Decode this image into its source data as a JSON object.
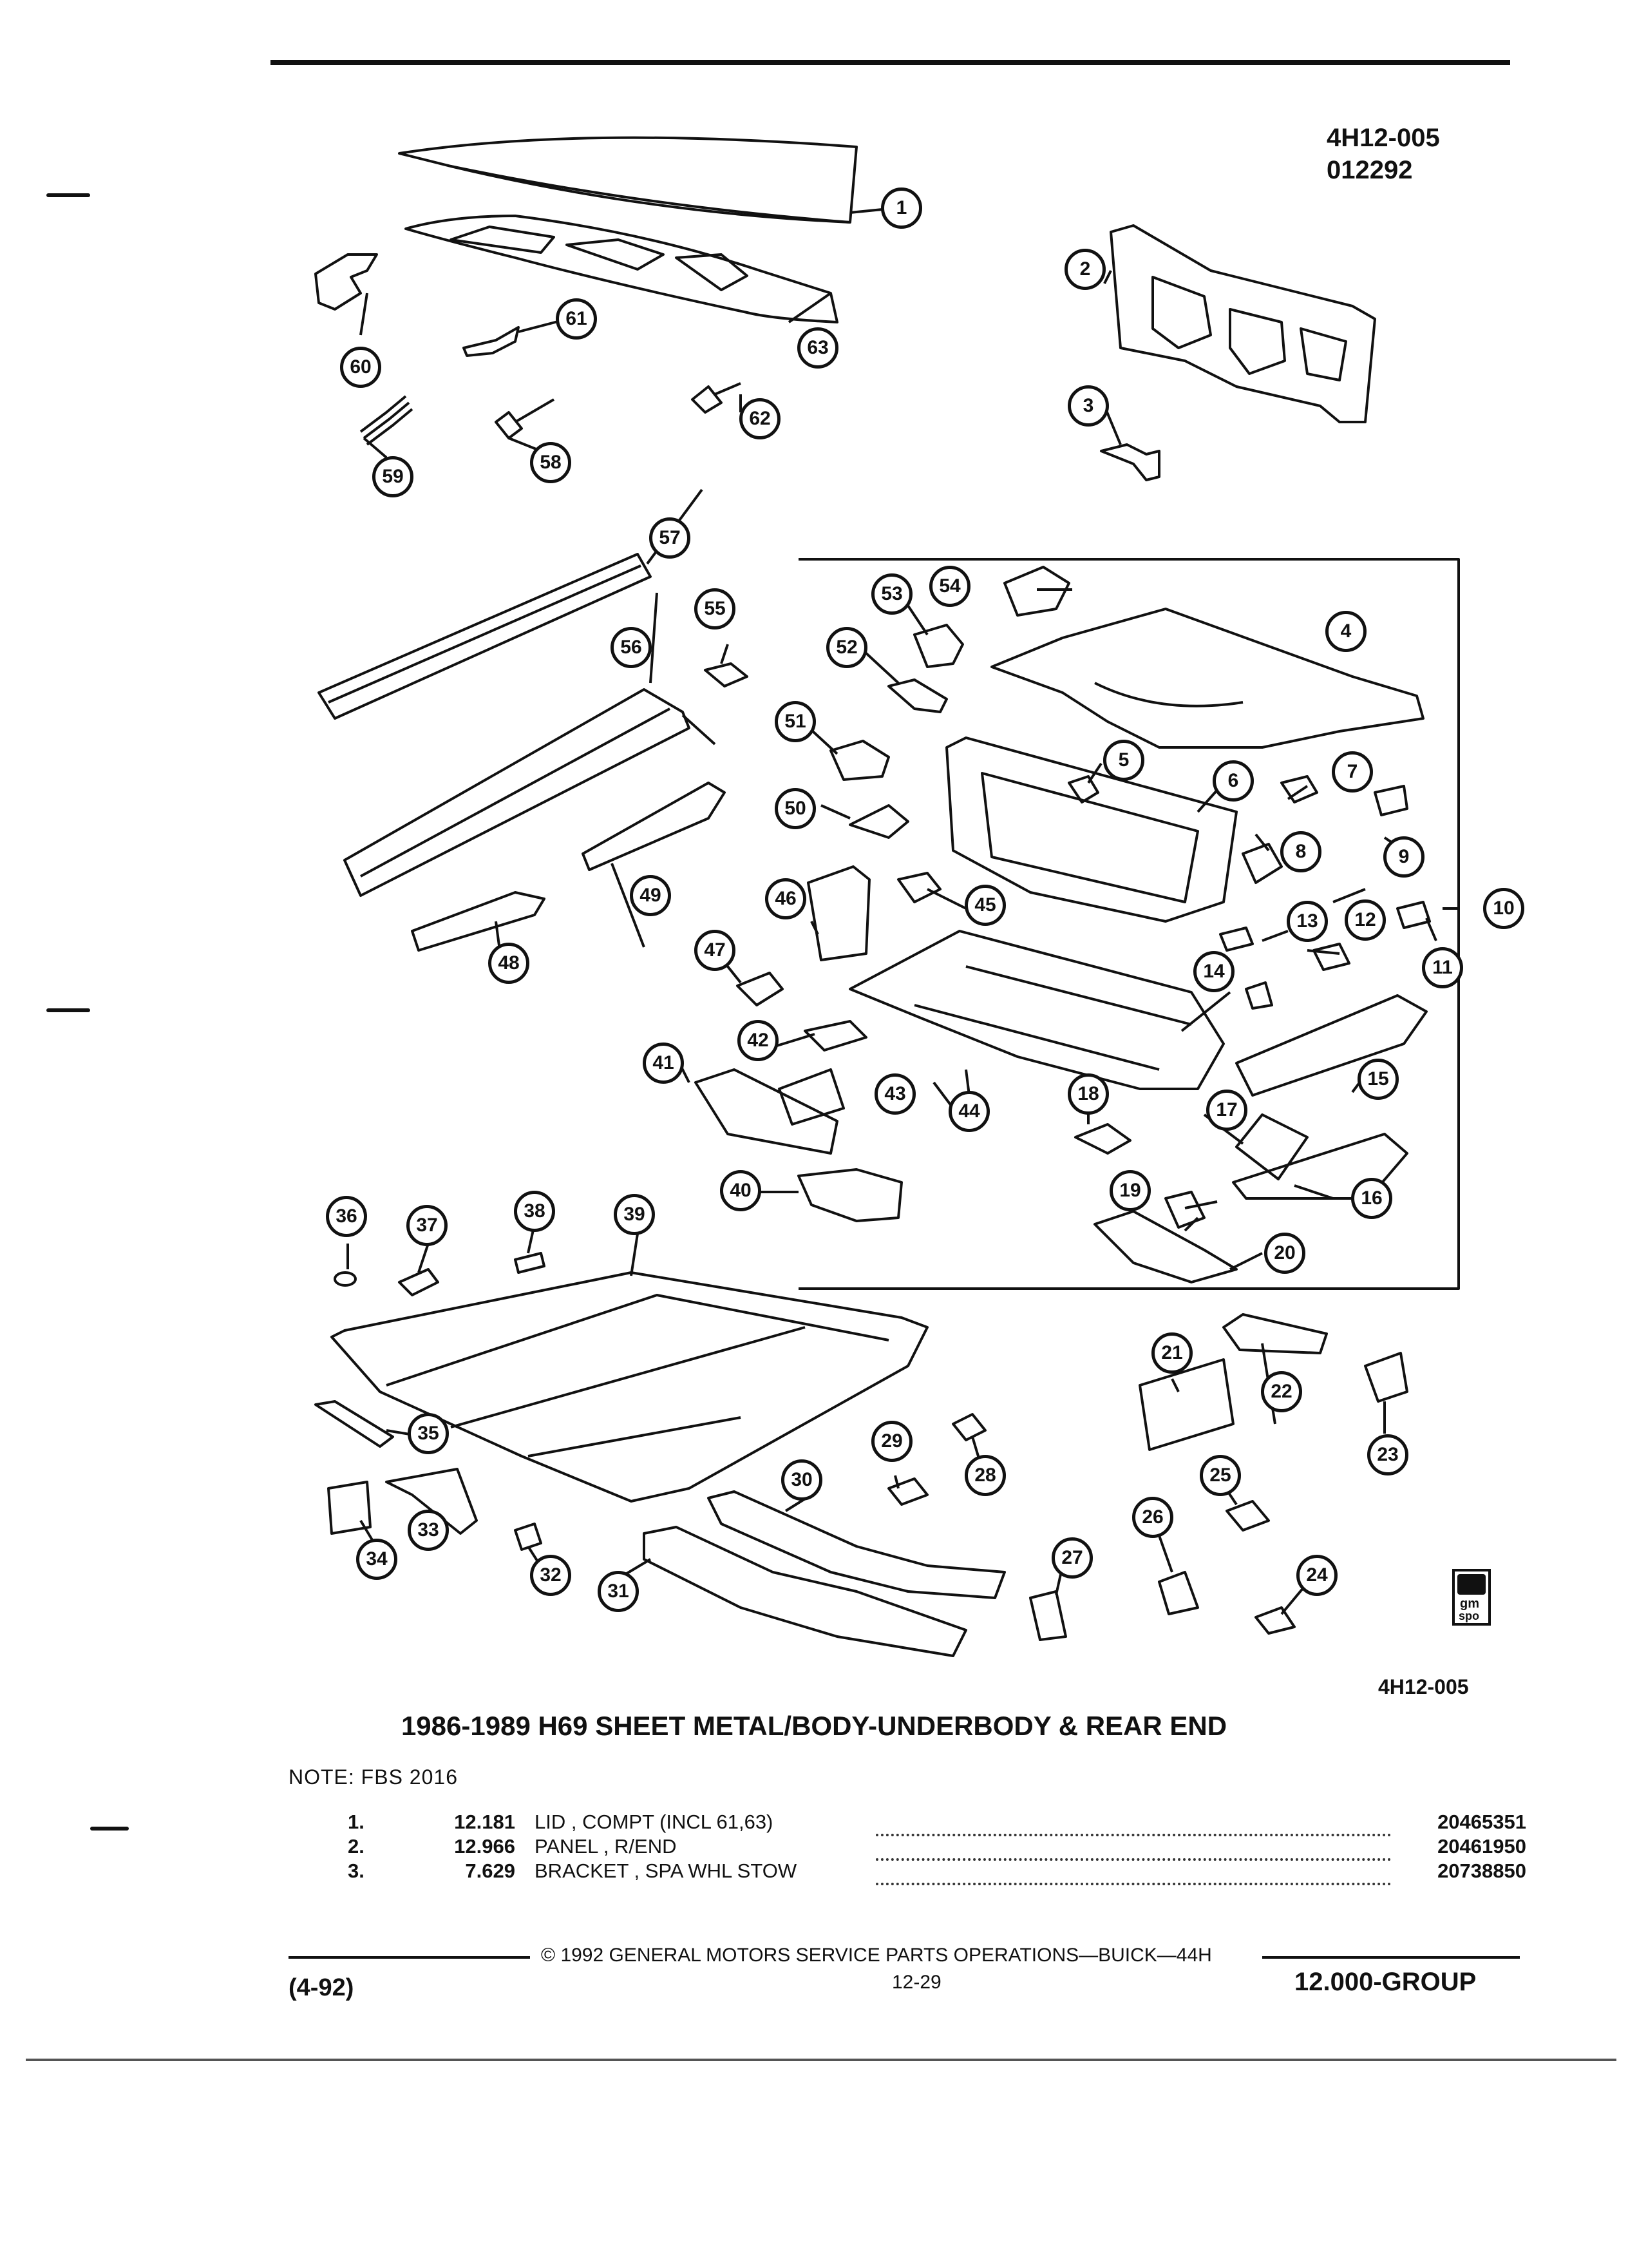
{
  "header": {
    "ref_code": "4H12-005",
    "ref_date": "012292"
  },
  "diagram": {
    "callouts": [
      "1",
      "2",
      "3",
      "4",
      "5",
      "6",
      "7",
      "8",
      "9",
      "10",
      "11",
      "12",
      "13",
      "14",
      "15",
      "16",
      "17",
      "18",
      "19",
      "20",
      "21",
      "22",
      "23",
      "24",
      "25",
      "26",
      "27",
      "28",
      "29",
      "30",
      "31",
      "32",
      "33",
      "34",
      "35",
      "36",
      "37",
      "38",
      "39",
      "40",
      "41",
      "42",
      "43",
      "44",
      "45",
      "46",
      "47",
      "48",
      "49",
      "50",
      "51",
      "52",
      "53",
      "54",
      "55",
      "56",
      "57",
      "58",
      "59",
      "60",
      "61",
      "62",
      "63"
    ],
    "figure_code": "4H12-005",
    "logo_text": [
      "gm",
      "spo"
    ]
  },
  "title": "1986-1989 H69 SHEET METAL/BODY-UNDERBODY & REAR END",
  "note": "NOTE:  FBS 2016",
  "parts": [
    {
      "num": "1.",
      "code": "12.181",
      "desc": "LID , COMPT (INCL 61,63)",
      "part_no": "20465351"
    },
    {
      "num": "2.",
      "code": "12.966",
      "desc": "PANEL , R/END",
      "part_no": "20461950"
    },
    {
      "num": "3.",
      "code": "7.629",
      "desc": "BRACKET , SPA WHL STOW",
      "part_no": "20738850"
    }
  ],
  "footer": {
    "copyright": "©  1992  GENERAL MOTORS SERVICE PARTS OPERATIONS—BUICK—44H",
    "page": "12-29",
    "date": "(4-92)",
    "group": "12.000-GROUP"
  }
}
